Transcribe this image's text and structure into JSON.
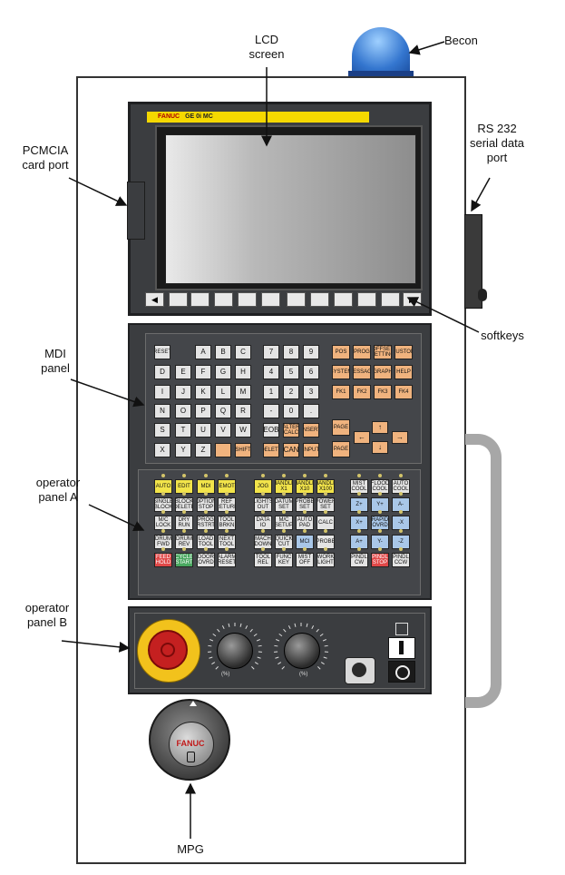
{
  "callouts": {
    "lcd_line1": "LCD",
    "lcd_line2": "screen",
    "becon": "Becon",
    "pcmcia_line1": "PCMCIA",
    "pcmcia_line2": "card port",
    "rs232_line1": "RS 232",
    "rs232_line2": "serial data",
    "rs232_line3": "port",
    "softkeys": "softkeys",
    "mdi_line1": "MDI",
    "mdi_line2": "panel",
    "opa_line1": "operator",
    "opa_line2": "panel A",
    "opb_line1": "operator",
    "opb_line2": "panel B",
    "mpg": "MPG"
  },
  "lcd": {
    "brand_label": "FANUC",
    "model_label": "GE 0i MC"
  },
  "mdi": {
    "alpha_keys": [
      "RESET",
      "A",
      "B",
      "C",
      "D",
      "E",
      "F",
      "G",
      "H",
      "I",
      "J",
      "K",
      "L",
      "M",
      "N",
      "O",
      "P",
      "Q",
      "R",
      "S",
      "T",
      "U",
      "V",
      "W",
      "X",
      "Y",
      "Z"
    ],
    "num_keys": [
      "7",
      "8",
      "9",
      "4",
      "5",
      "6",
      "1",
      "2",
      "3",
      "-",
      "0",
      "."
    ],
    "special_keys": [
      "EOB",
      "ALTER CALC",
      "INSERT",
      "DELETE",
      "CAN",
      "INPUT",
      "SHIFT"
    ],
    "func_keys": [
      "POS",
      "PROG",
      "OFFSET SETTING",
      "CUSTOM",
      "SYSTEM",
      "MESSAGE",
      "GRAPH",
      "HELP",
      "FK1",
      "FK2",
      "FK3",
      "FK4"
    ],
    "page_keys": [
      "PAGE",
      "PAGE"
    ],
    "arrows": [
      "↑",
      "←",
      "↓",
      "→"
    ]
  },
  "operator_panel_a": {
    "rows": [
      [
        "AUTO",
        "EDIT",
        "MDI",
        "REMOTE",
        "JOG",
        "HANDLE X1",
        "HANDLE X10",
        "HANDLE X100",
        "MIST COOL",
        "FLOOD COOL",
        "AUTO COOL"
      ],
      [
        "SINGLE BLOCK",
        "BLOCK DELETE",
        "OPTION STOP",
        "REF RETURN",
        "LIGHTS OUT",
        "DATUM SET",
        "PROBE SET",
        "POWER SET",
        "Z+",
        "Y+",
        "A-"
      ],
      [
        "M/C LOCK",
        "DRY RUN",
        "PROG RSTRT",
        "TOOL BRKN",
        "DATA IO",
        "M/C SETUP",
        "AUTO PAD",
        "CALC",
        "X+",
        "RAPID OVRD",
        "-X"
      ],
      [
        "DRUM FWD",
        "DRUM REV",
        "LOAD TOOL",
        "NEXT TOOL",
        "MACH DOWN",
        "QUICK CUT",
        "MCI",
        "PROBE",
        "A+",
        "Y-",
        "-Z"
      ],
      [
        "FEED HOLD",
        "CYCLE START",
        "DOOR OVRD",
        "ALARM RESET",
        "TOOL REL",
        "FUNC KEY",
        "MIST OFF",
        "WORK LIGHT",
        "SPINDLE CW",
        "SPINDLE STOP",
        "SPINDLE CCW"
      ]
    ]
  },
  "operator_panel_b": {
    "feed_override_unit": "(%)",
    "spindle_override_unit": "(%)"
  },
  "mpg": {
    "brand_label": "FANUC"
  },
  "colors": {
    "panel": "#3b3d40",
    "estop_ring": "#f2c21c",
    "estop": "#c42020",
    "becon": "#3476cf",
    "fanuc_strip": "#f5d800"
  }
}
